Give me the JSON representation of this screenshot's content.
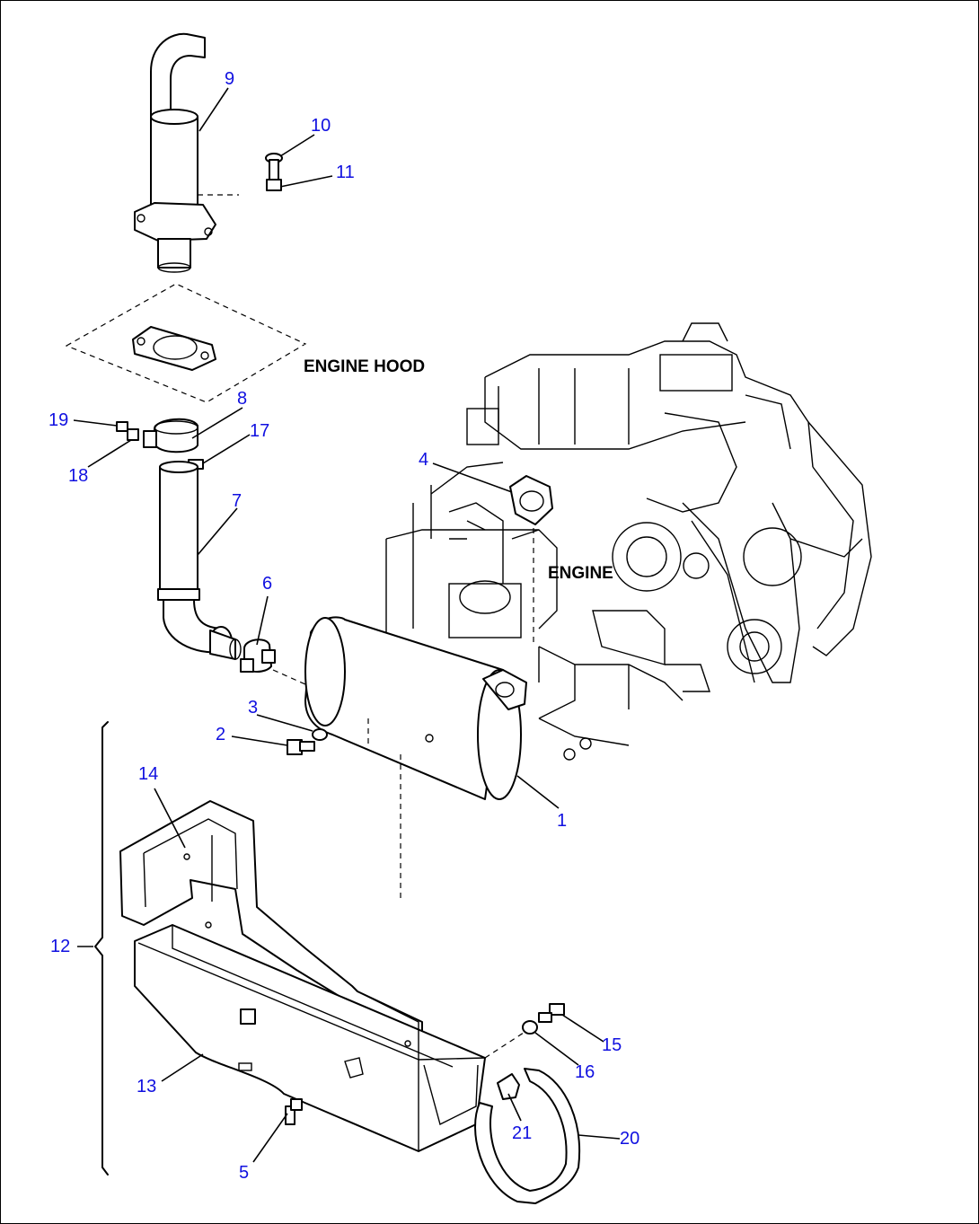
{
  "labels": {
    "engine_hood": "ENGINE HOOD",
    "engine": "ENGINE"
  },
  "callouts": {
    "c1": "1",
    "c2": "2",
    "c3": "3",
    "c4": "4",
    "c5": "5",
    "c6": "6",
    "c7": "7",
    "c8": "8",
    "c9": "9",
    "c10": "10",
    "c11": "11",
    "c12": "12",
    "c13": "13",
    "c14": "14",
    "c15": "15",
    "c16": "16",
    "c17": "17",
    "c18": "18",
    "c19": "19",
    "c20": "20",
    "c21": "21"
  },
  "colors": {
    "callout_text": "#1010e0",
    "line_art": "#000000",
    "background": "#ffffff"
  }
}
